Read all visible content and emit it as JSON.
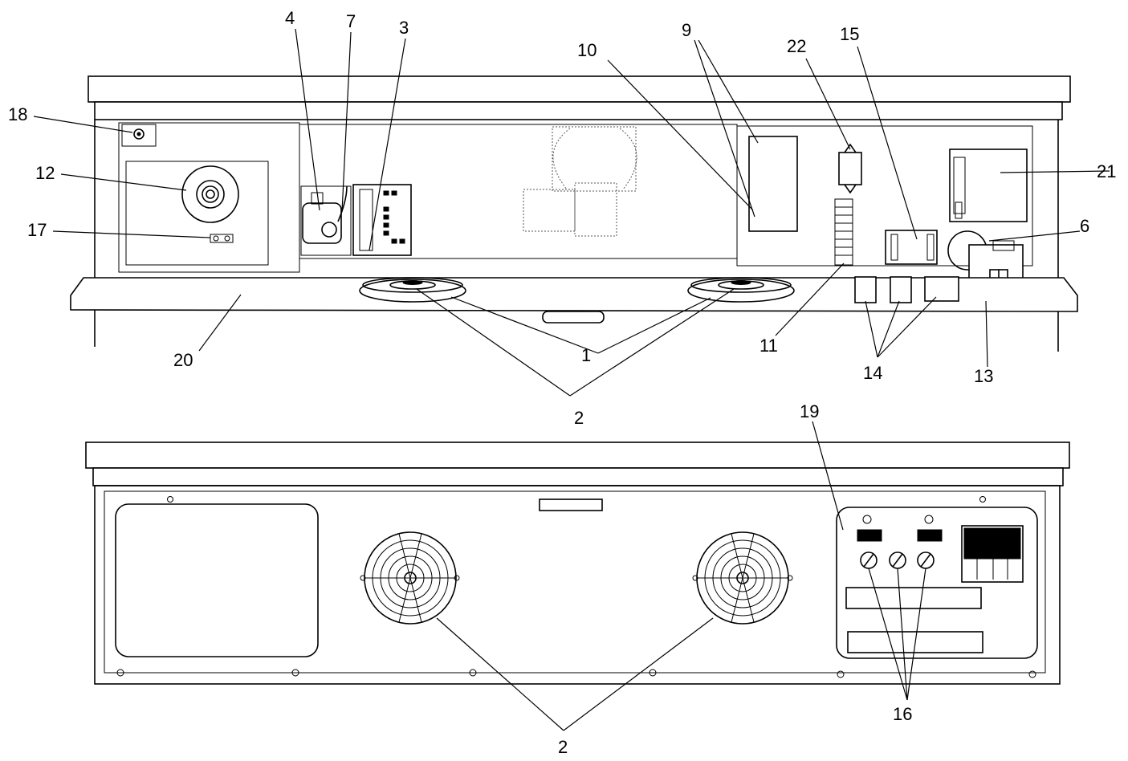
{
  "callouts": {
    "c1": "1",
    "c2": "2",
    "c3": "3",
    "c4": "4",
    "c6": "6",
    "c7": "7",
    "c9": "9",
    "c10": "10",
    "c11": "11",
    "c12": "12",
    "c13": "13",
    "c14": "14",
    "c15": "15",
    "c16": "16",
    "c17": "17",
    "c18": "18",
    "c19": "19",
    "c20": "20",
    "c21": "21",
    "c22": "22"
  }
}
